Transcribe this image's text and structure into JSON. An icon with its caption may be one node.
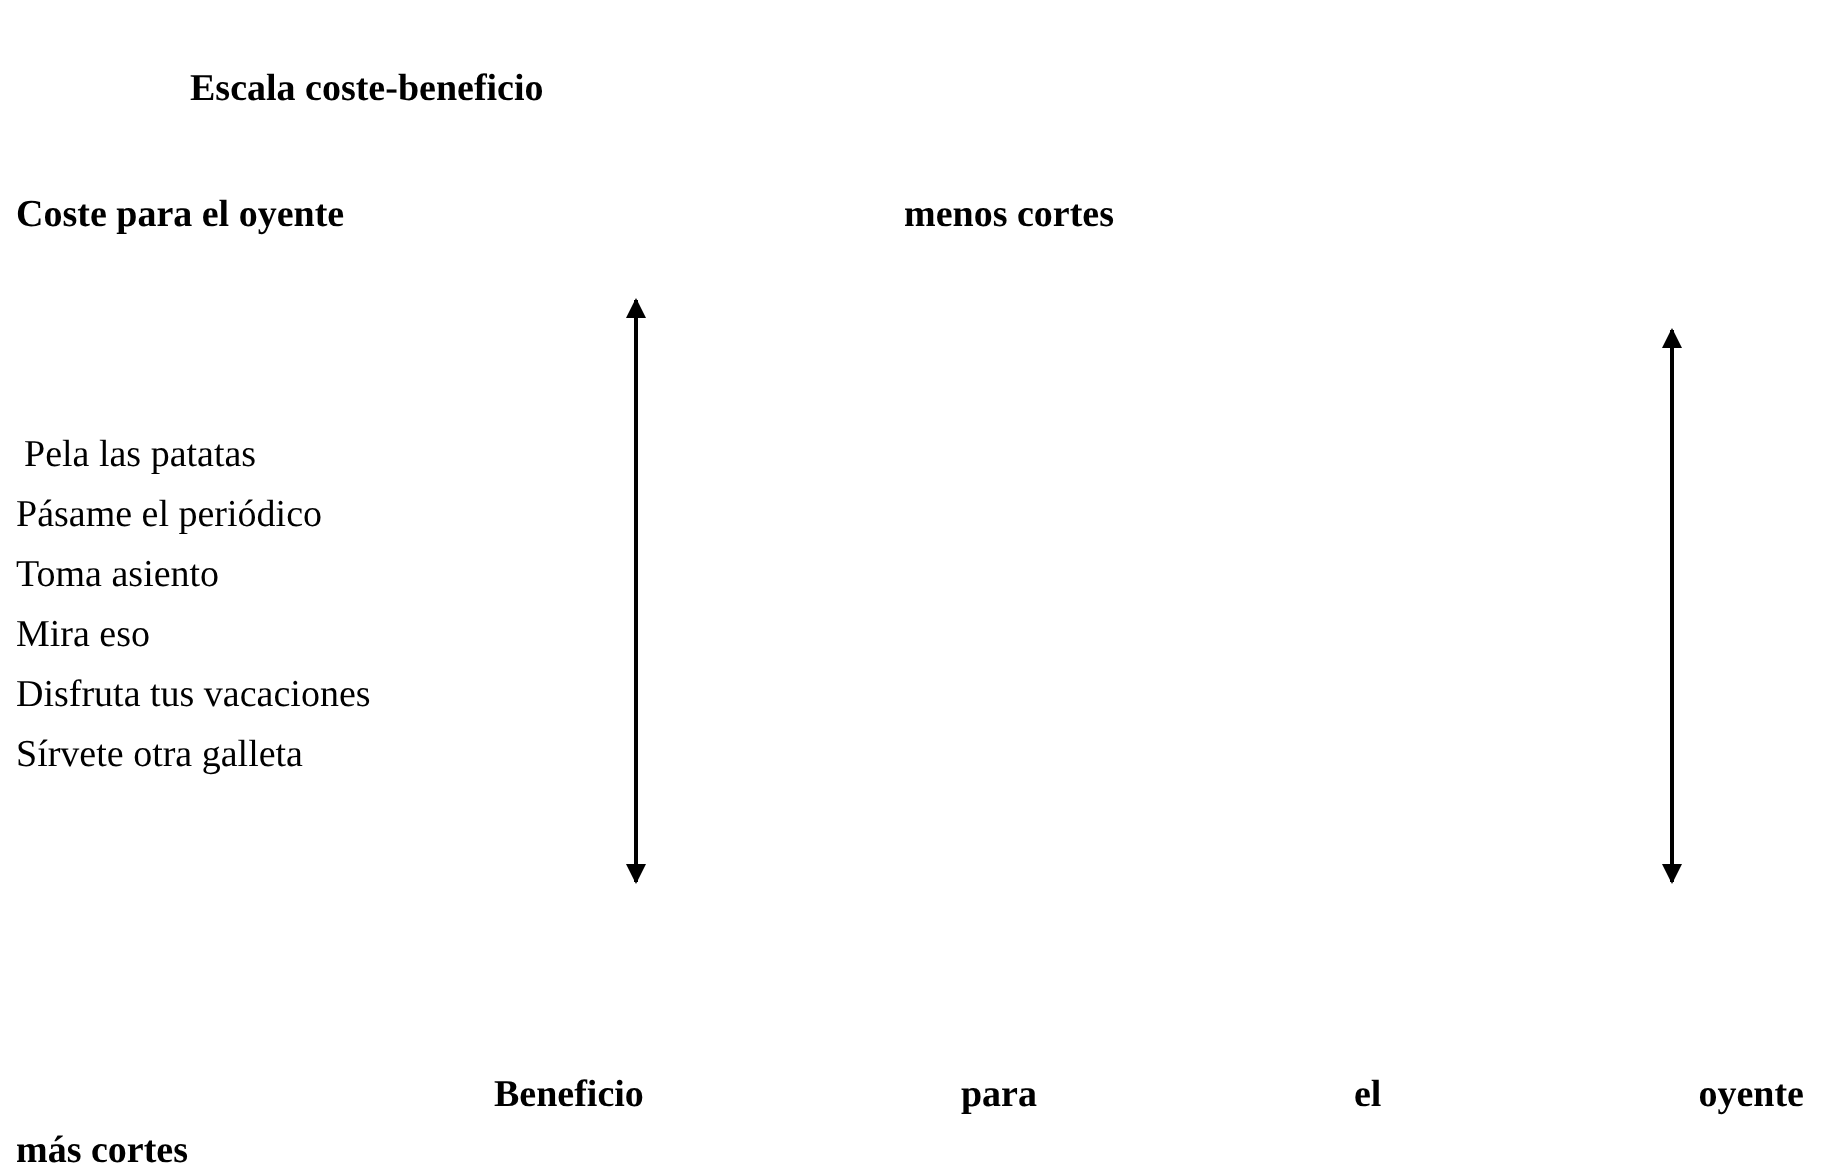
{
  "diagram": {
    "title": "Escala coste-beneficio",
    "labels": [
      "Coste para el oyente",
      "menos cortes",
      "Pela las patatas",
      "Pásame el periódico",
      "Toma asiento",
      "Mira eso",
      "Disfruta tus vacaciones",
      "Sírvete otra galleta",
      "Beneficio para el oyente",
      "más cortes"
    ]
  }
}
